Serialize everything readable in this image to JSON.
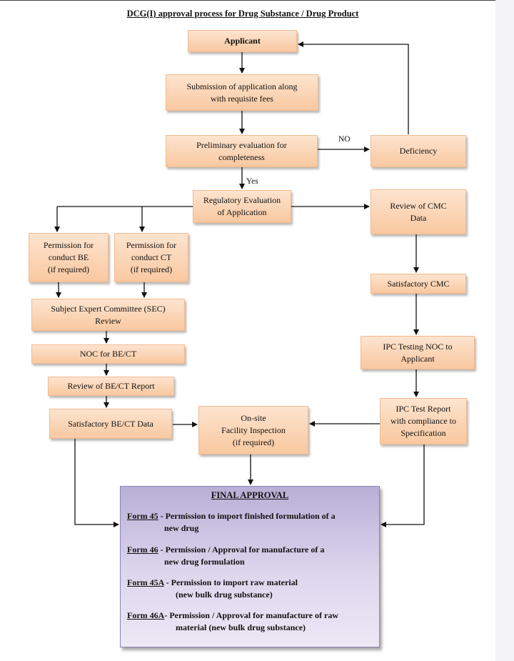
{
  "title": "DCG(I) approval process for Drug Substance / Drug Product",
  "nodes": {
    "applicant": "Applicant",
    "submission": "Submission of application along\nwith requisite fees",
    "preliminary": "Preliminary evaluation for\ncompleteness",
    "deficiency": "Deficiency",
    "regulatory": "Regulatory Evaluation\nof Application",
    "review_cmc": "Review of CMC\nData",
    "perm_be": "Permission for\nconduct BE\n(if required)",
    "perm_ct": "Permission for\nconduct CT\n(if required)",
    "sec": "Subject Expert Committee (SEC)\nReview",
    "noc": "NOC for BE/CT",
    "review_report": "Review of BE/CT Report",
    "satisfactory_bect": "Satisfactory BE/CT Data",
    "onsite": "On-site\nFacility Inspection\n(if required)",
    "satisfactory_cmc": "Satisfactory CMC",
    "ipc_noc": "IPC Testing NOC to\nApplicant",
    "ipc_report": "IPC Test Report\nwith compliance to\nSpecification"
  },
  "labels": {
    "no": "NO",
    "yes": "Yes"
  },
  "final": {
    "title": "FINAL APPROVAL",
    "forms": [
      {
        "code": "Form 45",
        "line1": " - Permission to import finished formulation of a",
        "line2": "new drug"
      },
      {
        "code": "Form 46",
        "line1": " - Permission / Approval for manufacture of a",
        "line2": "new drug formulation"
      },
      {
        "code": "Form 45A",
        "line1": " - Permission to import raw material",
        "line2": "(new bulk drug substance)"
      },
      {
        "code": "Form 46A",
        "line1": "- Permission / Approval for manufacture of raw",
        "line2": "material (new bulk drug substance)"
      }
    ]
  }
}
